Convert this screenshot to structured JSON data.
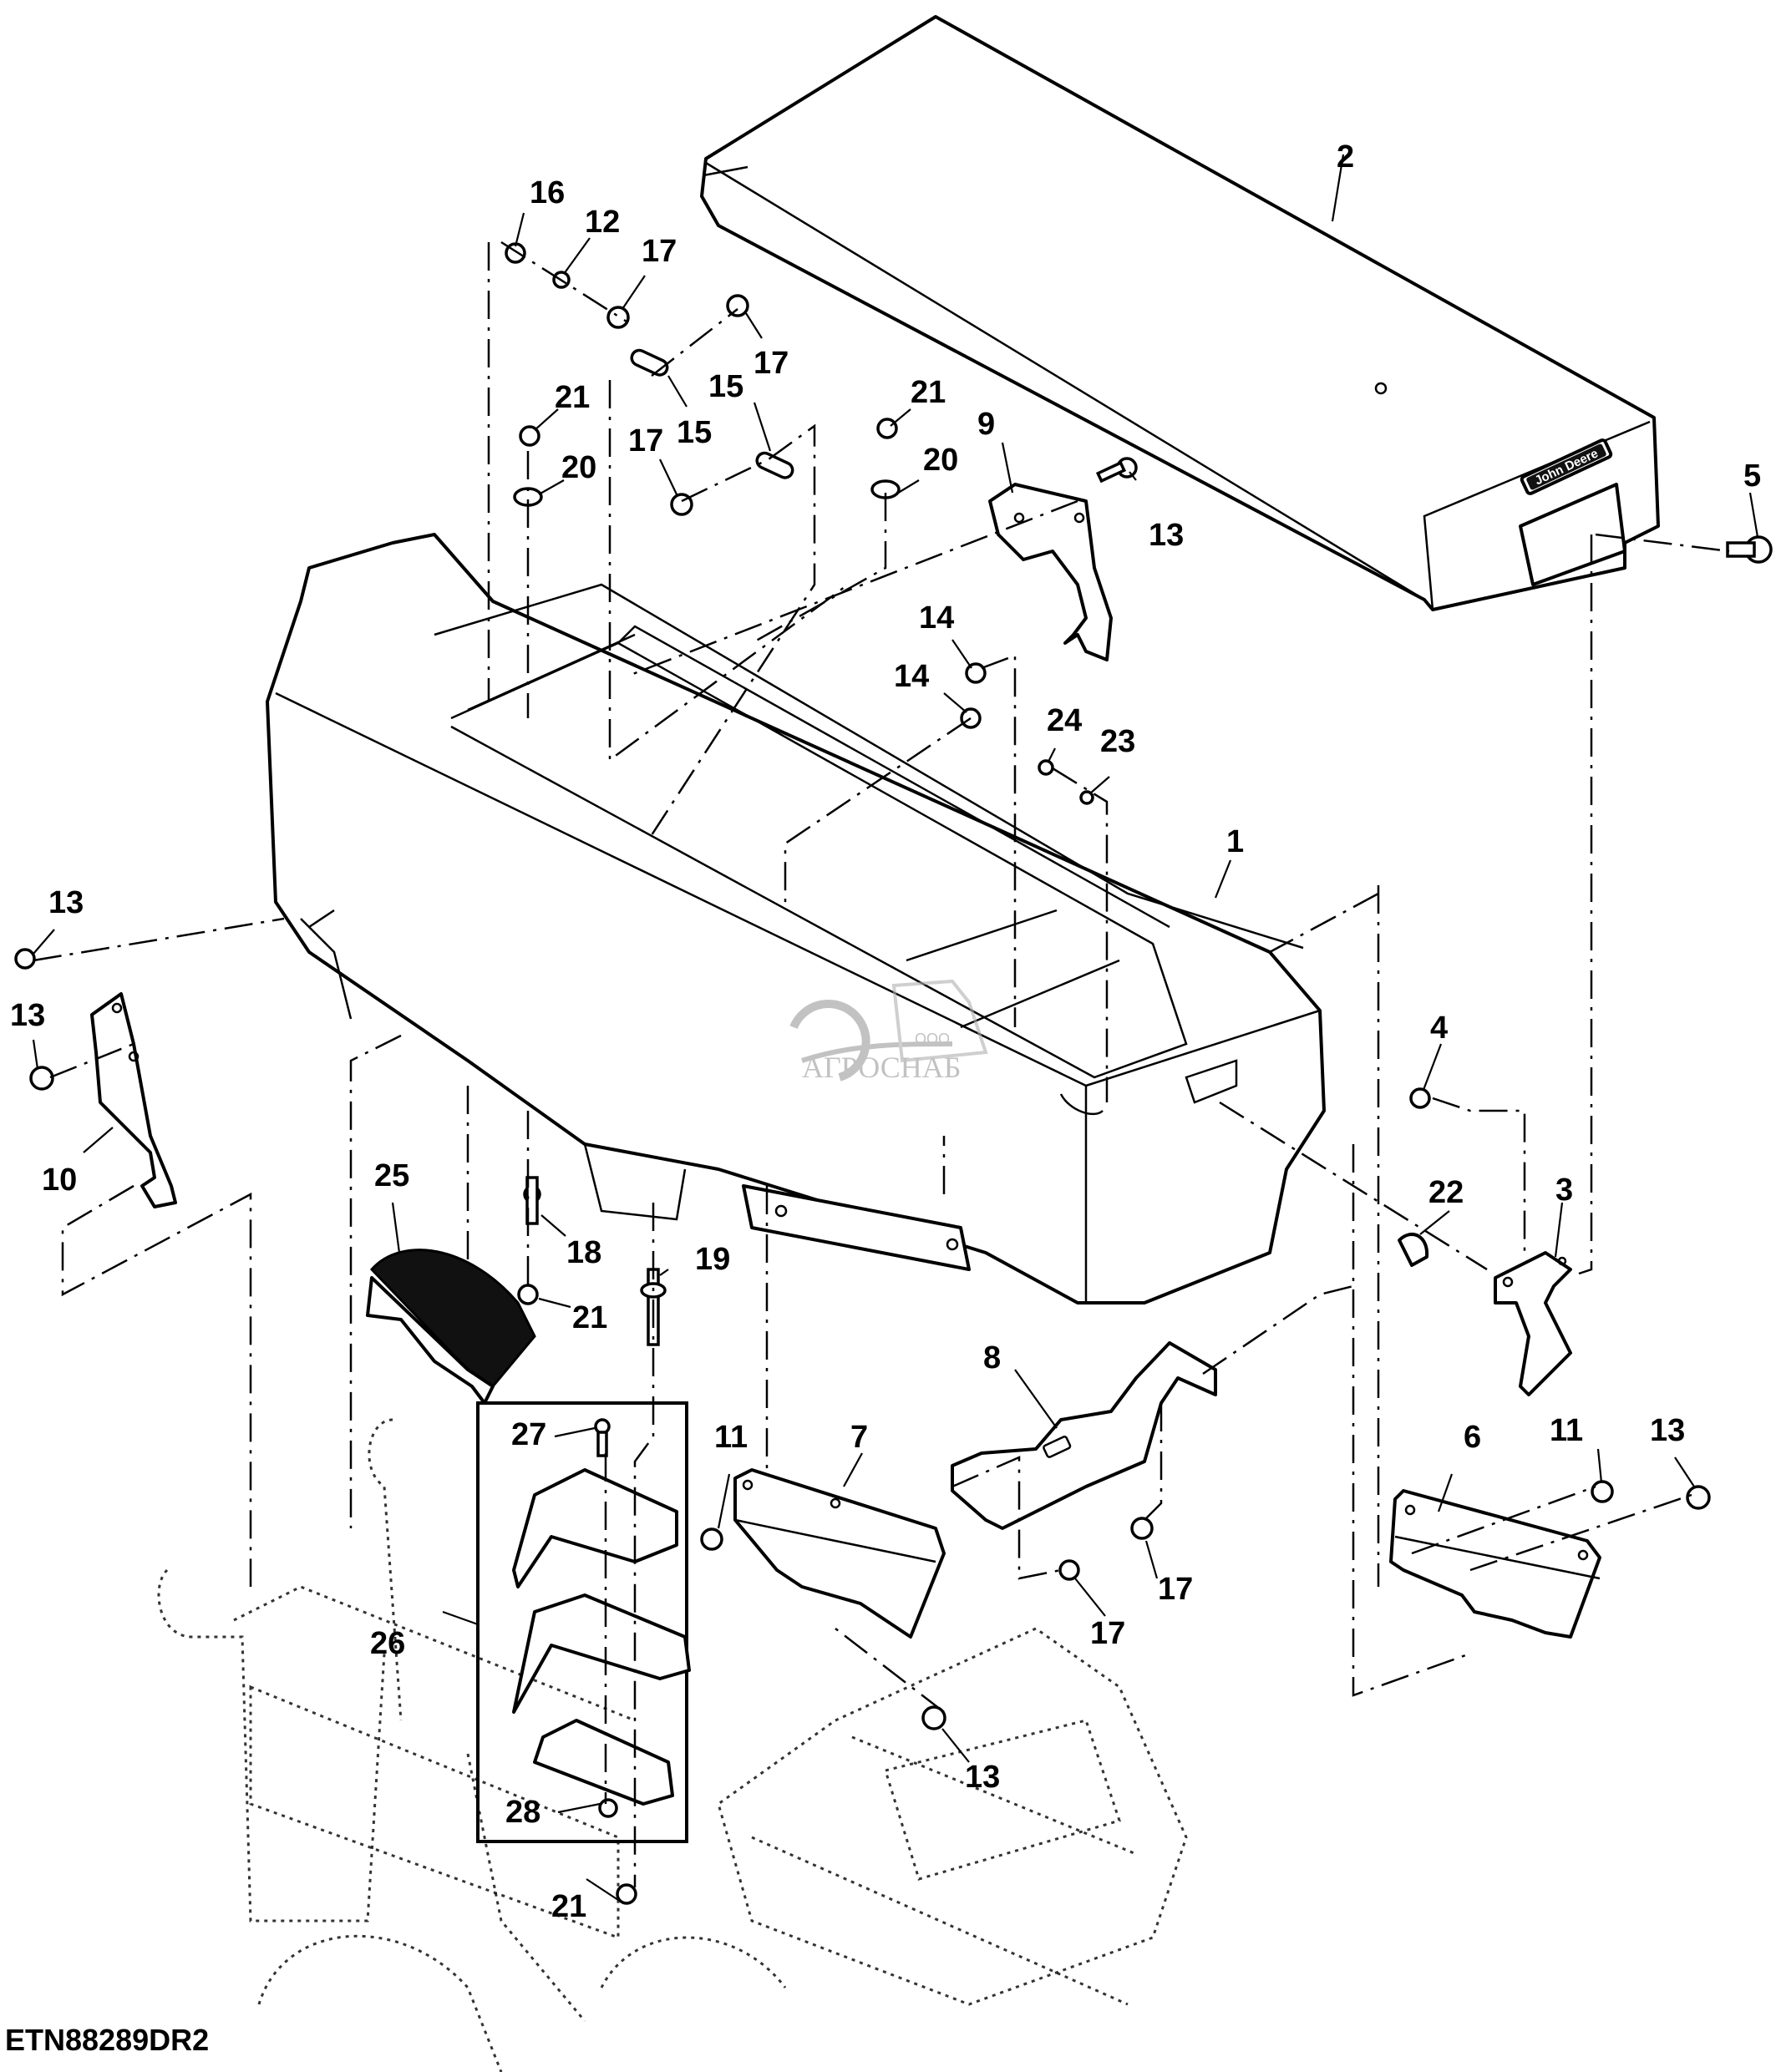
{
  "figure": {
    "id": "ETN88289DR2",
    "type": "exploded parts diagram",
    "subject": "Storage console assembly with lid, latch, brackets and hardware"
  },
  "lid_badge": {
    "text": "John Deere"
  },
  "watermark": {
    "prefix": "ООО",
    "name": "АГРОСНАБ",
    "color": "#9a9a9a"
  },
  "callouts": [
    {
      "id": "c1",
      "label": "1"
    },
    {
      "id": "c2",
      "label": "2"
    },
    {
      "id": "c3",
      "label": "3"
    },
    {
      "id": "c4",
      "label": "4"
    },
    {
      "id": "c5",
      "label": "5"
    },
    {
      "id": "c6",
      "label": "6"
    },
    {
      "id": "c7",
      "label": "7"
    },
    {
      "id": "c8",
      "label": "8"
    },
    {
      "id": "c9",
      "label": "9"
    },
    {
      "id": "c10",
      "label": "10"
    },
    {
      "id": "c11a",
      "label": "11"
    },
    {
      "id": "c11b",
      "label": "11"
    },
    {
      "id": "c12",
      "label": "12"
    },
    {
      "id": "c13a",
      "label": "13"
    },
    {
      "id": "c13b",
      "label": "13"
    },
    {
      "id": "c13c",
      "label": "13"
    },
    {
      "id": "c13d",
      "label": "13"
    },
    {
      "id": "c13e",
      "label": "13"
    },
    {
      "id": "c14a",
      "label": "14"
    },
    {
      "id": "c14b",
      "label": "14"
    },
    {
      "id": "c15a",
      "label": "15"
    },
    {
      "id": "c15b",
      "label": "15"
    },
    {
      "id": "c16",
      "label": "16"
    },
    {
      "id": "c17a",
      "label": "17"
    },
    {
      "id": "c17b",
      "label": "17"
    },
    {
      "id": "c17c",
      "label": "17"
    },
    {
      "id": "c17d",
      "label": "17"
    },
    {
      "id": "c17e",
      "label": "17"
    },
    {
      "id": "c18",
      "label": "18"
    },
    {
      "id": "c19",
      "label": "19"
    },
    {
      "id": "c20a",
      "label": "20"
    },
    {
      "id": "c20b",
      "label": "20"
    },
    {
      "id": "c21a",
      "label": "21"
    },
    {
      "id": "c21b",
      "label": "21"
    },
    {
      "id": "c21c",
      "label": "21"
    },
    {
      "id": "c21d",
      "label": "21"
    },
    {
      "id": "c22",
      "label": "22"
    },
    {
      "id": "c23",
      "label": "23"
    },
    {
      "id": "c24",
      "label": "24"
    },
    {
      "id": "c25",
      "label": "25"
    },
    {
      "id": "c26",
      "label": "26"
    },
    {
      "id": "c27",
      "label": "27"
    },
    {
      "id": "c28",
      "label": "28"
    }
  ]
}
